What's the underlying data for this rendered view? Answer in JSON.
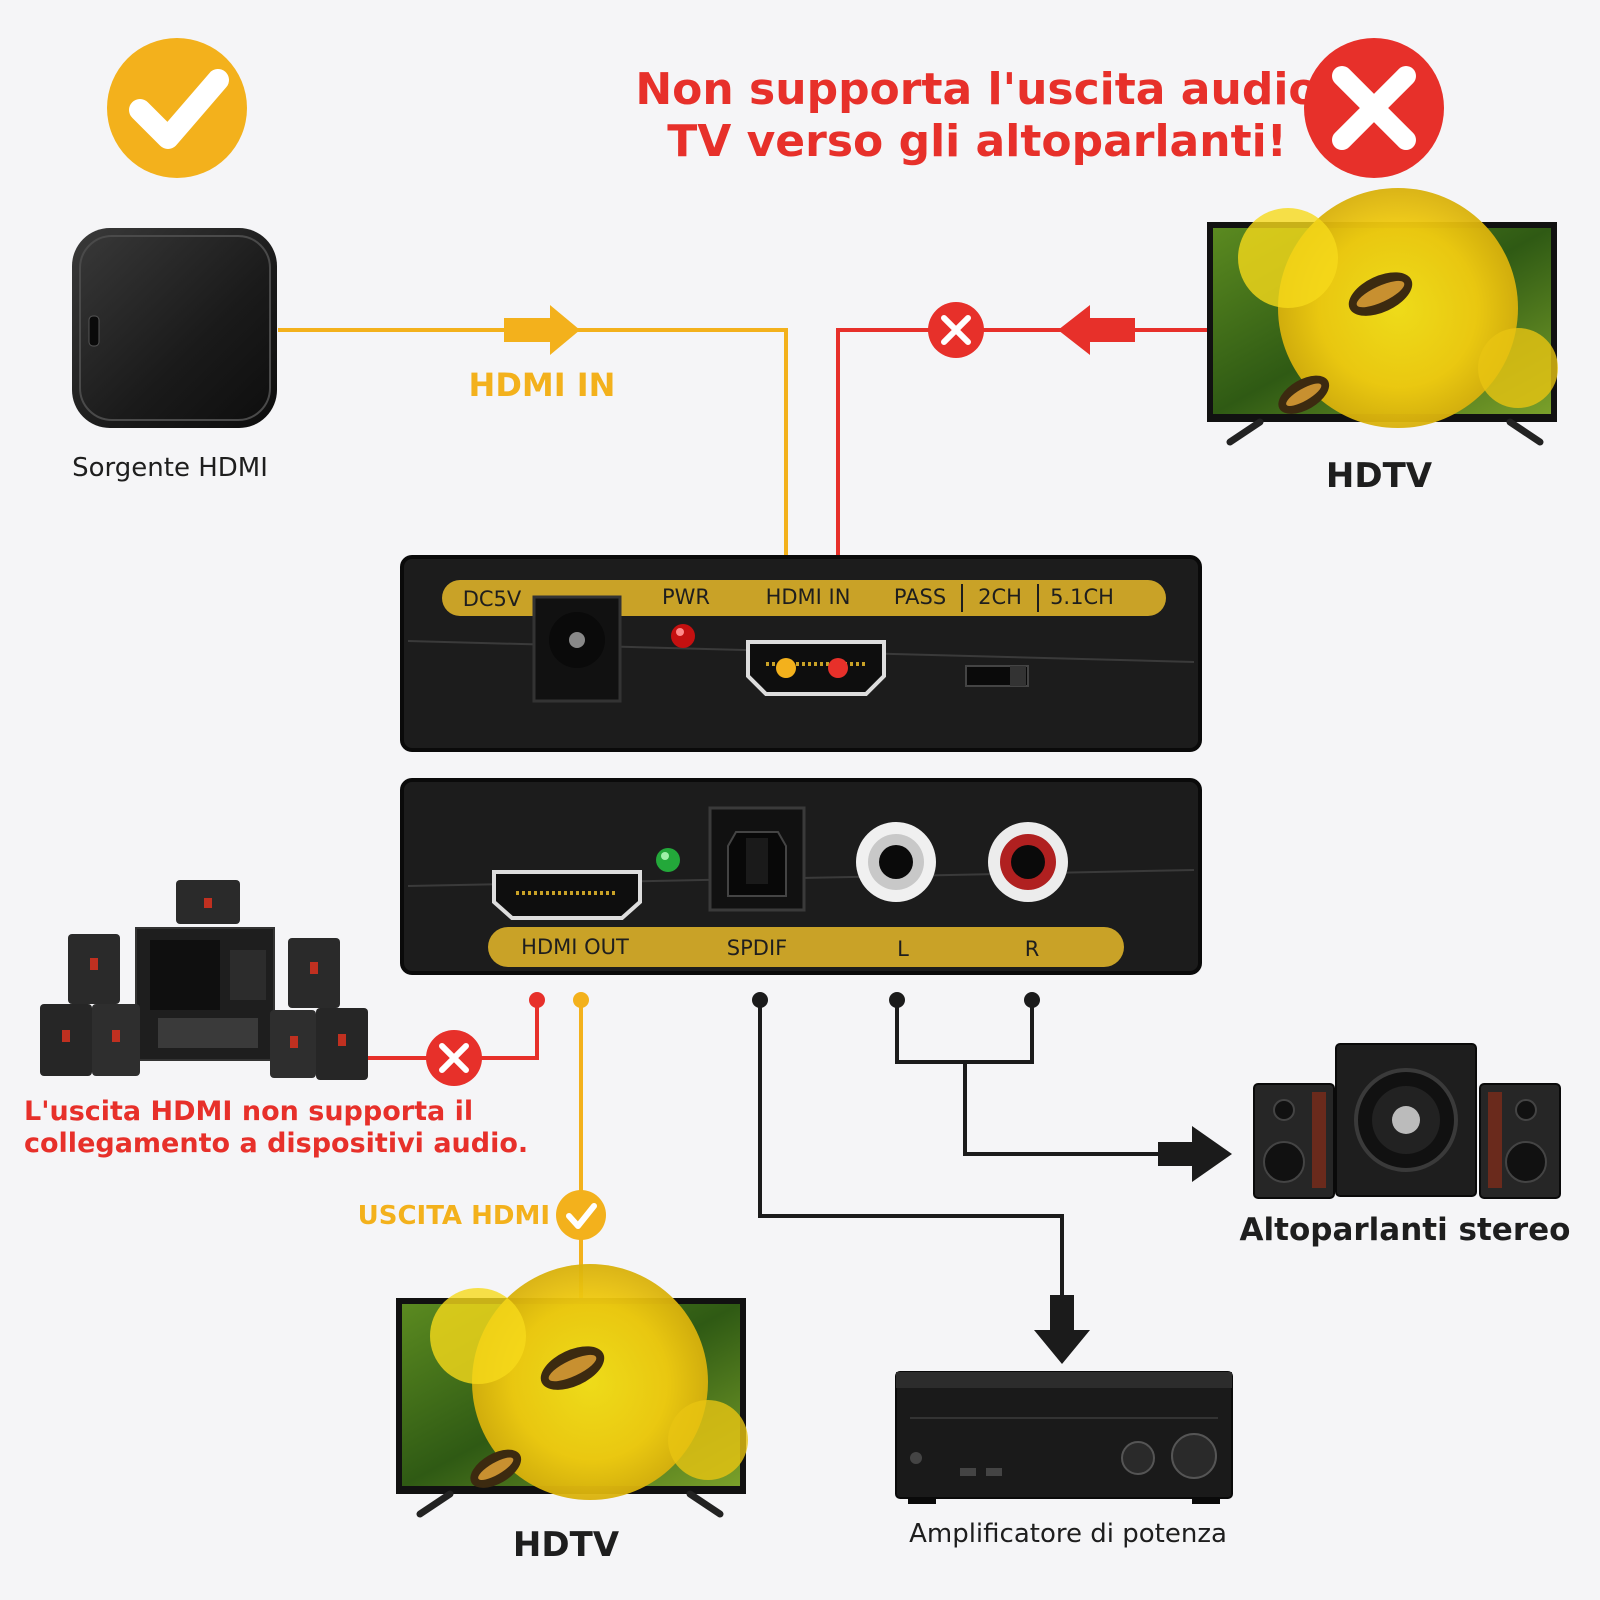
{
  "colors": {
    "background": "#f5f5f7",
    "hdmi_line": "#f3b11c",
    "error_red": "#e7302a",
    "panel_gold": "#c9a227",
    "device_black": "#1b1b1b"
  },
  "header": {
    "warning_line1": "Non supporta l'uscita audio",
    "warning_line2": "TV verso gli altoparlanti!"
  },
  "icons": {
    "ok": "check-circle-icon",
    "no": "cross-circle-icon"
  },
  "devices": {
    "source": "Sorgente HDMI",
    "tv_top": "HDTV",
    "tv_bottom": "HDTV",
    "speakers": "Altoparlanti stereo",
    "amplifier": "Amplificatore di potenza"
  },
  "connections": {
    "hdmi_in": "HDMI IN",
    "hdmi_out": "USCITA HDMI",
    "hdmi_out_warning_line1": "L'uscita HDMI non supporta il",
    "hdmi_out_warning_line2": "collegamento a dispositivi audio."
  },
  "panel_front": {
    "dc5v": "DC5V",
    "pwr": "PWR",
    "hdmi_in": "HDMI IN",
    "pass": "PASS",
    "ch2": "2CH",
    "ch51": "5.1CH"
  },
  "panel_back": {
    "hdmi_out": "HDMI OUT",
    "spdif": "SPDIF",
    "left": "L",
    "right": "R"
  }
}
